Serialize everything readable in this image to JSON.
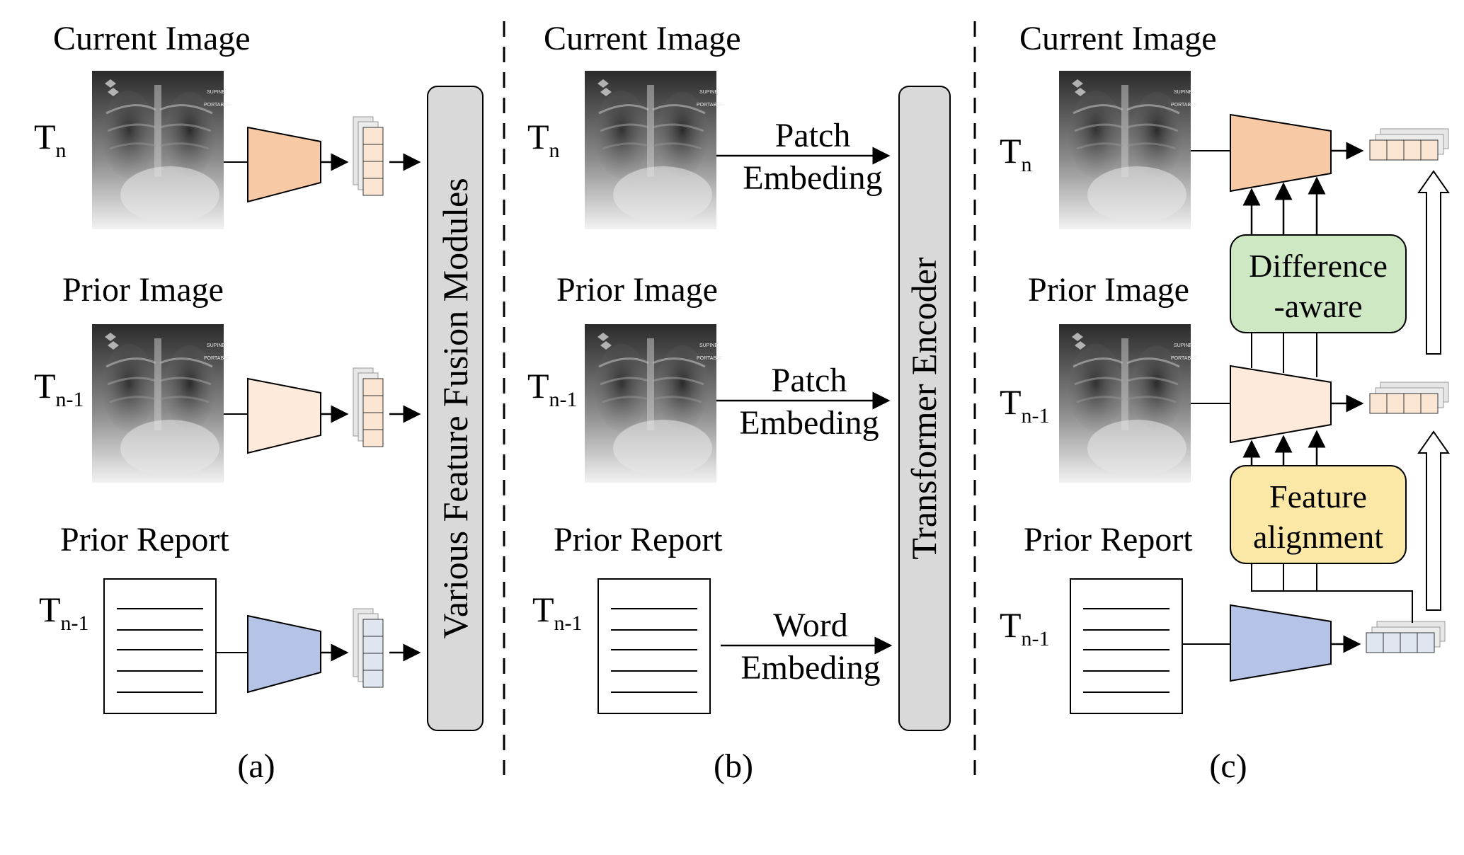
{
  "panels": {
    "a": {
      "caption": "(a)",
      "current_image": "Current Image",
      "prior_image": "Prior Image",
      "prior_report": "Prior Report",
      "fusion_box": "Various Feature Fusion Modules"
    },
    "b": {
      "caption": "(b)",
      "current_image": "Current Image",
      "prior_image": "Prior Image",
      "prior_report": "Prior Report",
      "patch_embed_1_line1": "Patch",
      "patch_embed_1_line2": "Embeding",
      "patch_embed_2_line1": "Patch",
      "patch_embed_2_line2": "Embeding",
      "word_embed_line1": "Word",
      "word_embed_line2": "Embeding",
      "encoder_box": "Transformer Encoder"
    },
    "c": {
      "caption": "(c)",
      "current_image": "Current Image",
      "prior_image": "Prior Image",
      "prior_report": "Prior Report",
      "diff_line1": "Difference",
      "diff_line2": "-aware",
      "align_line1": "Feature",
      "align_line2": "alignment"
    }
  },
  "time_labels": {
    "t_base": "T",
    "sub_n": "n",
    "sub_n_minus_1": "n-1"
  },
  "xray_overlay": {
    "line1": "SUPINE",
    "line2": "PORTABLE"
  },
  "colors": {
    "current_encoder": "#f8c9a5",
    "prior_encoder": "#fdeadb",
    "report_encoder": "#b5c3e6",
    "fusion_box_fill": "#d9d9d9",
    "diff_box_fill": "#cfe8c4",
    "align_box_fill": "#fbe7a6",
    "report_feature_fill": "#dfe6f0"
  }
}
